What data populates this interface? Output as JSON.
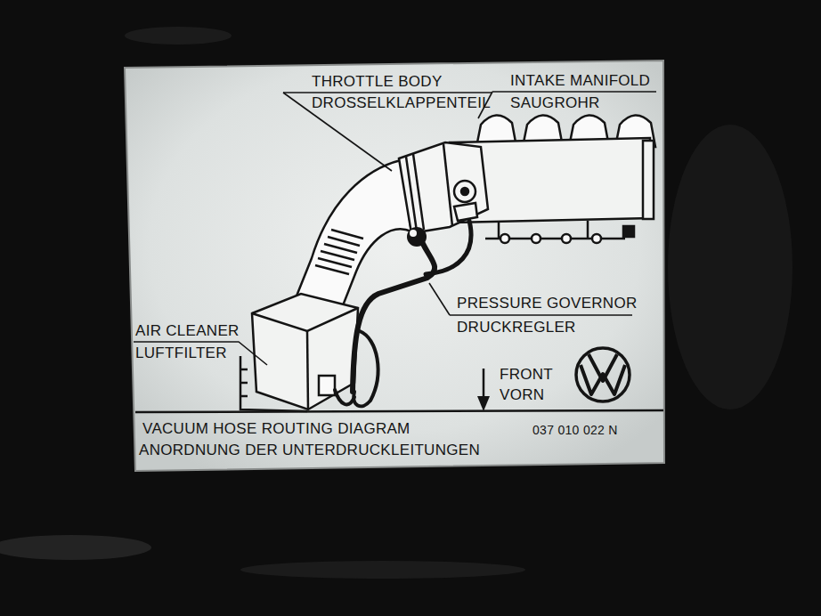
{
  "diagram": {
    "labels": [
      "THROTTLE BODY",
      "DROSSELKLAPPENTEIL",
      "INTAKE MANIFOLD",
      "SAUGROHR",
      "AIR CLEANER",
      "LUFTFILTER",
      "PRESSURE GOVERNOR",
      "DRUCKREGLER",
      "FRONT",
      "VORN",
      "VACUUM HOSE ROUTING DIAGRAM",
      "ANORDNUNG DER UNTERDRUCKLEITUNGEN",
      "037 010 022 N"
    ]
  }
}
